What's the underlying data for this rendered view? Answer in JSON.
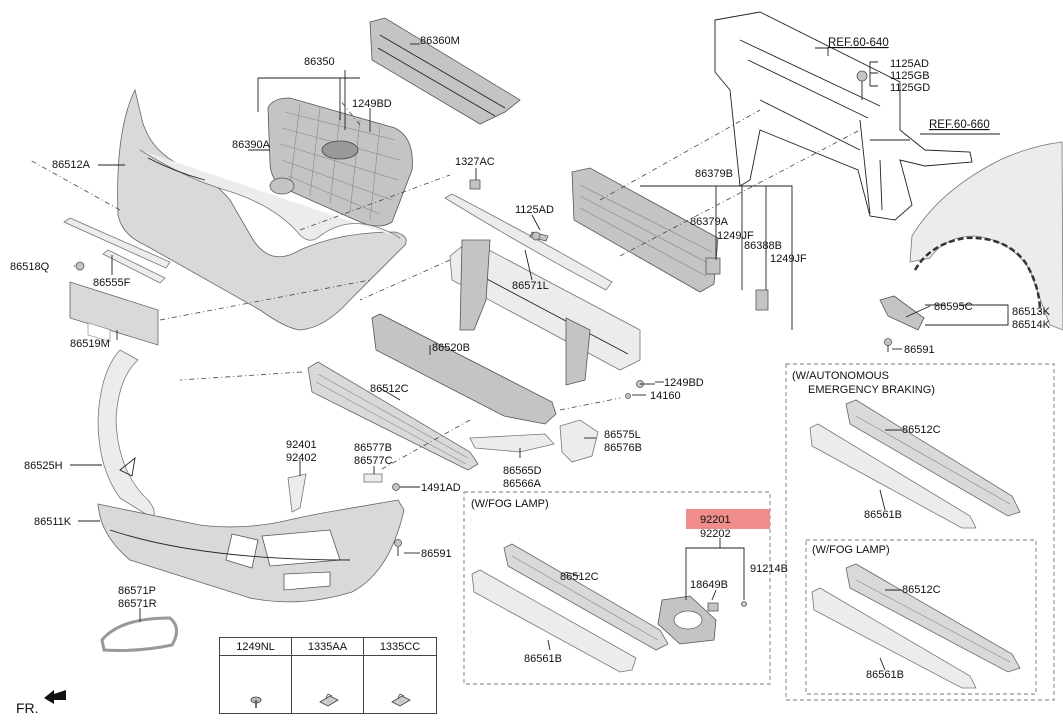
{
  "colors": {
    "highlight": "#f08c8c",
    "part_fill": "#d9d9d9",
    "part_stroke": "#666666",
    "box_dash": "#777777"
  },
  "labels": {
    "l86360M": "86360M",
    "l86350": "86350",
    "l1249BD_top": "1249BD",
    "l86390A": "86390A",
    "l86512A": "86512A",
    "l86518Q": "86518Q",
    "l86555F": "86555F",
    "l86519M": "86519M",
    "l1327AC": "1327AC",
    "l1125AD_mid": "1125AD",
    "l86571L": "86571L",
    "l86379B": "86379B",
    "l86379A": "86379A",
    "l1249JF_a": "1249JF",
    "l86388B": "86388B",
    "l1249JF_b": "1249JF",
    "ref_60_640": "REF.60-640",
    "ref_60_660": "REF.60-660",
    "l1125AD_r": "1125AD",
    "l1125GB": "1125GB",
    "l1125GD": "1125GD",
    "l86595C": "86595C",
    "l86513K": "86513K",
    "l86514K": "86514K",
    "l86591_r": "86591",
    "l86520B": "86520B",
    "l86512C_main": "86512C",
    "l1249BD_mid": "1249BD",
    "l14160": "14160",
    "l86575L": "86575L",
    "l86576B": "86576B",
    "l86565D": "86565D",
    "l86566A": "86566A",
    "l92401": "92401",
    "l92402": "92402",
    "l86577B": "86577B",
    "l86577C": "86577C",
    "l1491AD": "1491AD",
    "l86525H": "86525H",
    "l86511K": "86511K",
    "l86591_mid": "86591",
    "l86571P": "86571P",
    "l86571R": "86571R",
    "fog_title": "(W/FOG LAMP)",
    "l92201": "92201",
    "l92202": "92202",
    "l91214B": "91214B",
    "l18649B": "18649B",
    "l86512C_fog": "86512C",
    "l86561B_fog": "86561B",
    "aeb_title_1": "(W/AUTONOMOUS",
    "aeb_title_2": "EMERGENCY BRAKING)",
    "l86512C_aeb": "86512C",
    "l86561B_aeb": "86561B",
    "fog2_title": "(W/FOG LAMP)",
    "l86512C_fog2": "86512C",
    "l86561B_fog2": "86561B",
    "fr": "FR."
  },
  "fastener_table": {
    "headers": [
      "1249NL",
      "1335AA",
      "1335CC"
    ]
  }
}
